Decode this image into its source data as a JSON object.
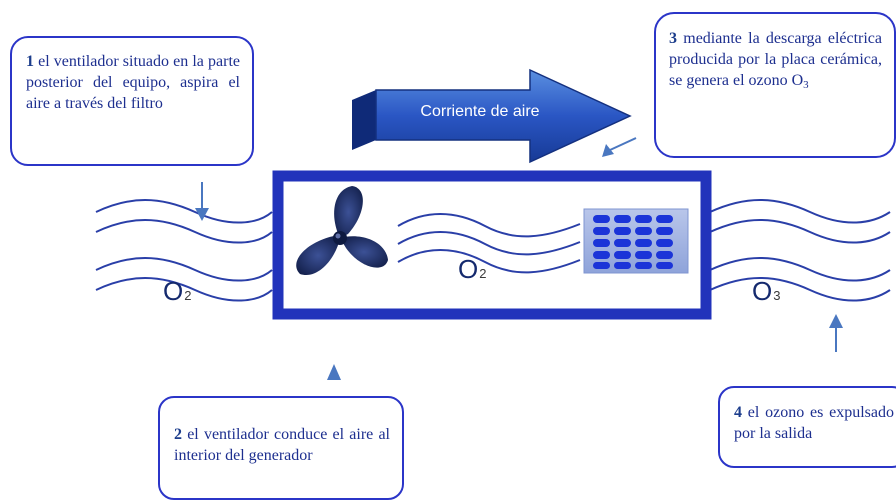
{
  "arrow_label": "Corriente de aire",
  "callouts": {
    "c1": {
      "number": "1",
      "text": "el ventilador situado en la parte posterior del equipo, aspira el aire a través del filtro"
    },
    "c2": {
      "number": "2",
      "text": "el ventilador conduce el aire al interior del generador"
    },
    "c3": {
      "number": "3",
      "text": "mediante la descarga eléctrica producida por la placa cerámica, se genera el ozono O",
      "sub": "3"
    },
    "c4": {
      "number": "4",
      "text": "el ozono es expulsado por la salida"
    }
  },
  "labels": {
    "o2_left": {
      "base": "O",
      "sub": "2"
    },
    "o2_mid": {
      "base": "O",
      "sub": "2"
    },
    "o3_right": {
      "base": "O",
      "sub": "3"
    }
  },
  "colors": {
    "generator_border": "#2233bb",
    "wave": "#2a3fa8",
    "callout_border": "#2b35c8",
    "pointer_arrow": "#4a77c0",
    "fan": "#1a2a66",
    "plate_cells": "#1b34d8"
  },
  "icons": [
    "fan-icon",
    "ceramic-plate-icon",
    "airflow-arrow-icon"
  ]
}
